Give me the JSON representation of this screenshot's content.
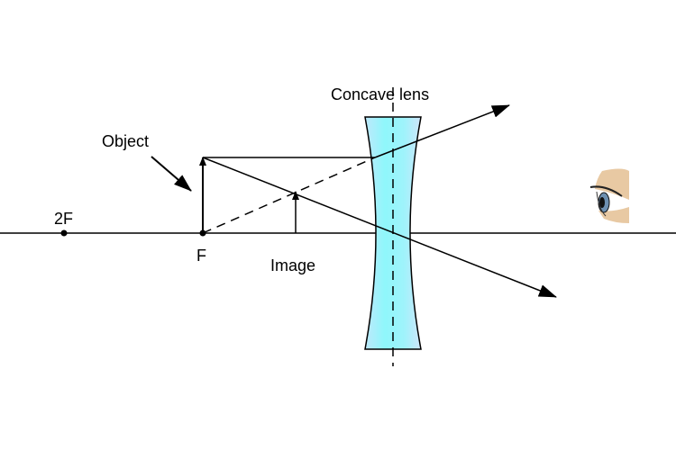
{
  "labels": {
    "lens": "Concave lens",
    "object": "Object",
    "image": "Image",
    "focal_point": "F",
    "double_focal": "2F"
  },
  "colors": {
    "lens_fill": "#9ff3fb",
    "lens_edge": "#c9e9fb",
    "line": "#000000"
  },
  "icons": {
    "observer": "eye-icon"
  }
}
